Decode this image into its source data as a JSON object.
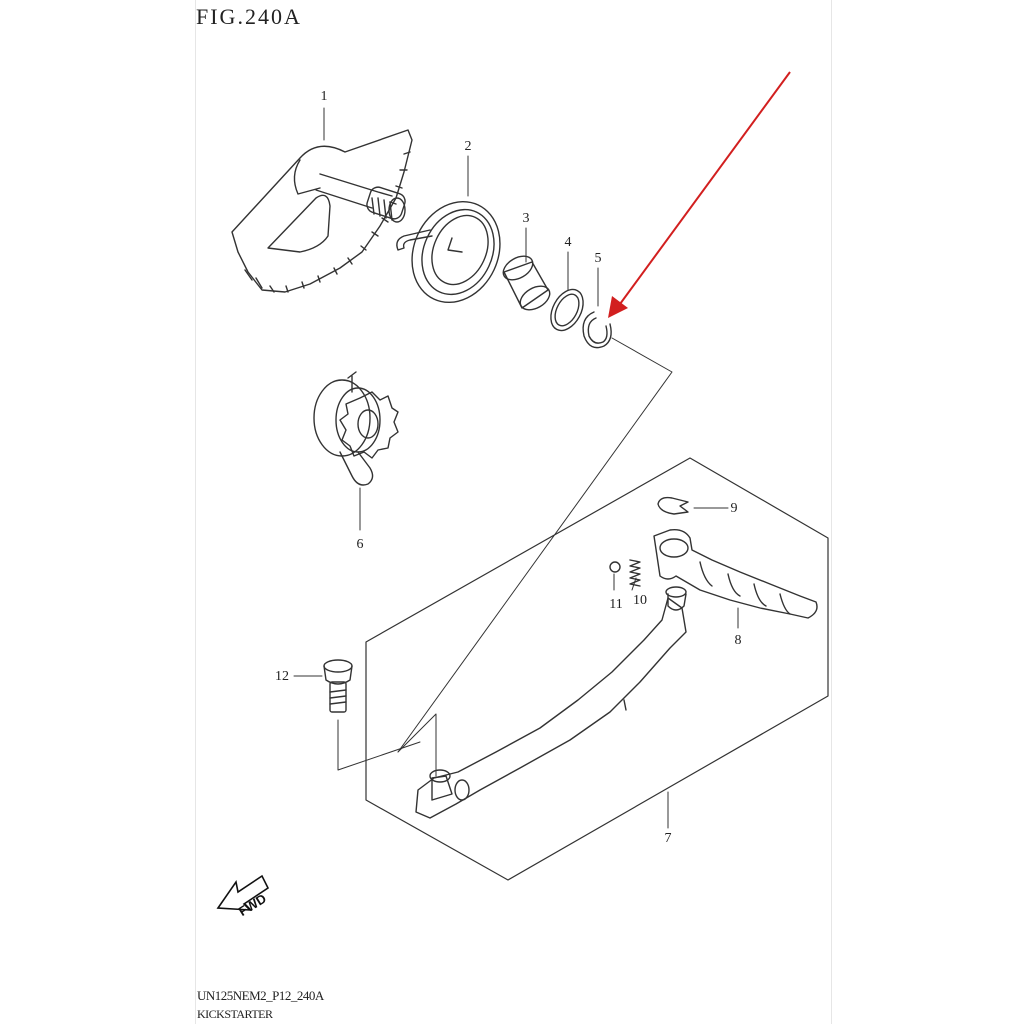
{
  "figure": {
    "title": "FIG.240A",
    "code": "UN125NEM2_P12_240A",
    "caption": "KICKSTARTER"
  },
  "fwd_label": "FWD",
  "callouts": [
    {
      "id": "1",
      "part": "kick-starter-gear-shaft"
    },
    {
      "id": "2",
      "part": "return-spring"
    },
    {
      "id": "3",
      "part": "spacer"
    },
    {
      "id": "4",
      "part": "washer"
    },
    {
      "id": "5",
      "part": "circlip"
    },
    {
      "id": "6",
      "part": "drive-gear"
    },
    {
      "id": "7",
      "part": "kick-lever"
    },
    {
      "id": "8",
      "part": "kick-pedal"
    },
    {
      "id": "9",
      "part": "e-clip"
    },
    {
      "id": "10",
      "part": "spring"
    },
    {
      "id": "11",
      "part": "ball"
    },
    {
      "id": "12",
      "part": "bolt"
    }
  ],
  "colors": {
    "line": "#333333",
    "pointer_arrow": "#d21f1f",
    "background": "#ffffff"
  }
}
